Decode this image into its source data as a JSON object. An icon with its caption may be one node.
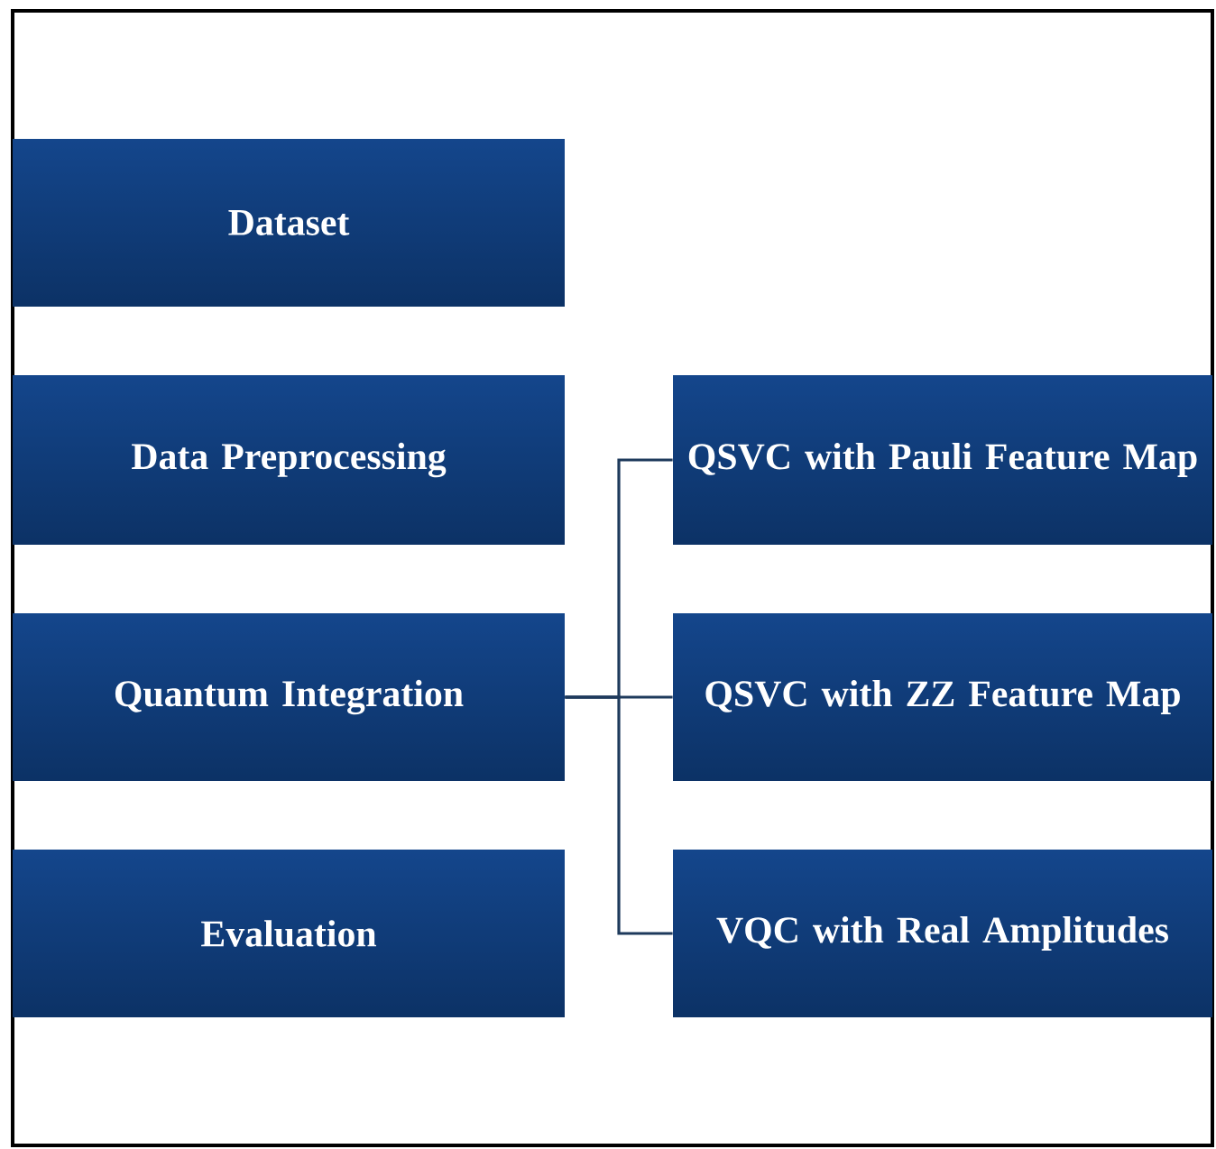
{
  "diagram": {
    "nodes": [
      {
        "text": [
          "Dataset"
        ]
      },
      {
        "text": [
          "Data Preprocessing"
        ]
      },
      {
        "text": [
          "Quantum Integration"
        ]
      },
      {
        "text": [
          "Evaluation"
        ]
      },
      {
        "text": [
          "QSVC with Pauli Feature Map"
        ]
      },
      {
        "text": [
          "QSVC with ZZ Feature Map"
        ]
      },
      {
        "text": [
          "VQC with Real Amplitudes"
        ]
      }
    ],
    "edges": [
      {
        "from": 2,
        "to": 4,
        "arrow": "none"
      },
      {
        "from": 2,
        "to": 5,
        "arrow": "none"
      },
      {
        "from": 2,
        "to": 6,
        "arrow": "none"
      }
    ]
  }
}
